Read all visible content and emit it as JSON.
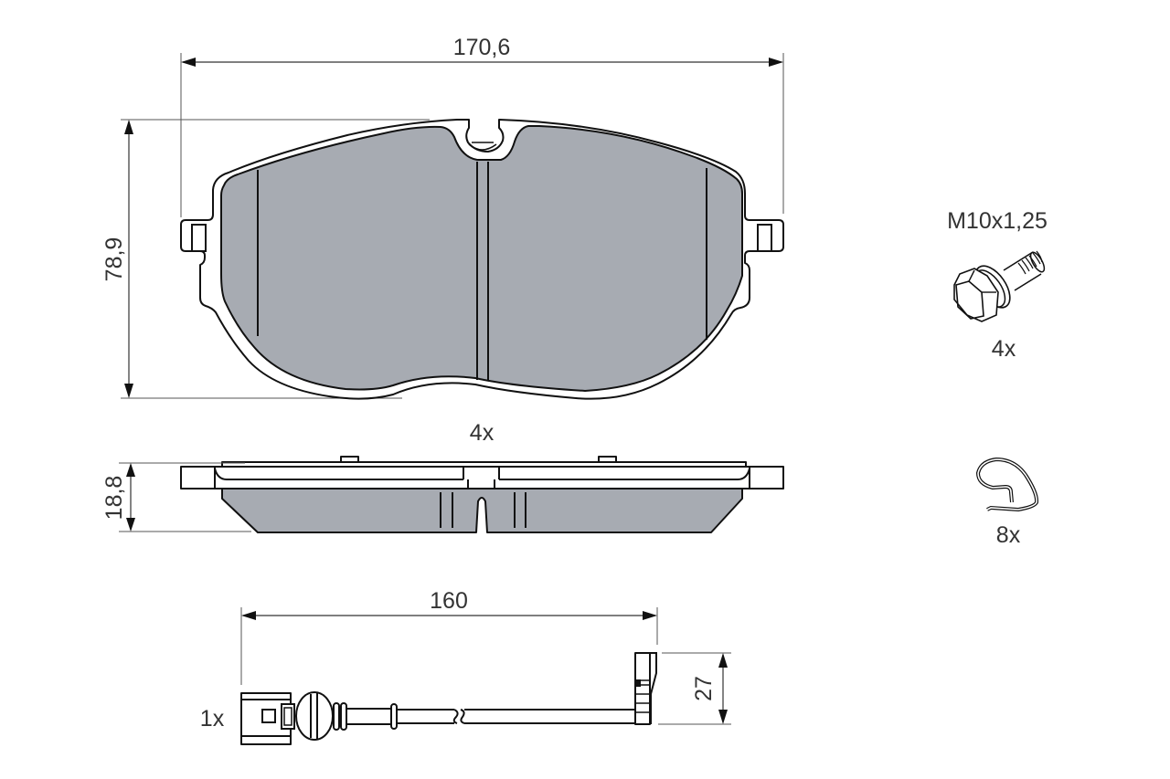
{
  "drawing": {
    "title": "Brake pad set technical drawing",
    "colors": {
      "friction_material": "#a7abb2",
      "line": "#111111",
      "text": "#333333",
      "background": "#ffffff"
    }
  },
  "brake_pad_front_view": {
    "width_dimension": "170,6",
    "height_dimension": "78,9",
    "quantity": "4x"
  },
  "brake_pad_side_view": {
    "thickness_dimension": "18,8"
  },
  "bolt": {
    "thread_spec": "M10x1,25",
    "quantity": "4x",
    "icon": "hex-flange-bolt-icon"
  },
  "clip": {
    "quantity": "8x",
    "icon": "spring-clip-icon"
  },
  "wear_sensor": {
    "length_dimension": "160",
    "height_dimension": "27",
    "quantity": "1x",
    "icon": "wear-indicator-cable-icon"
  }
}
